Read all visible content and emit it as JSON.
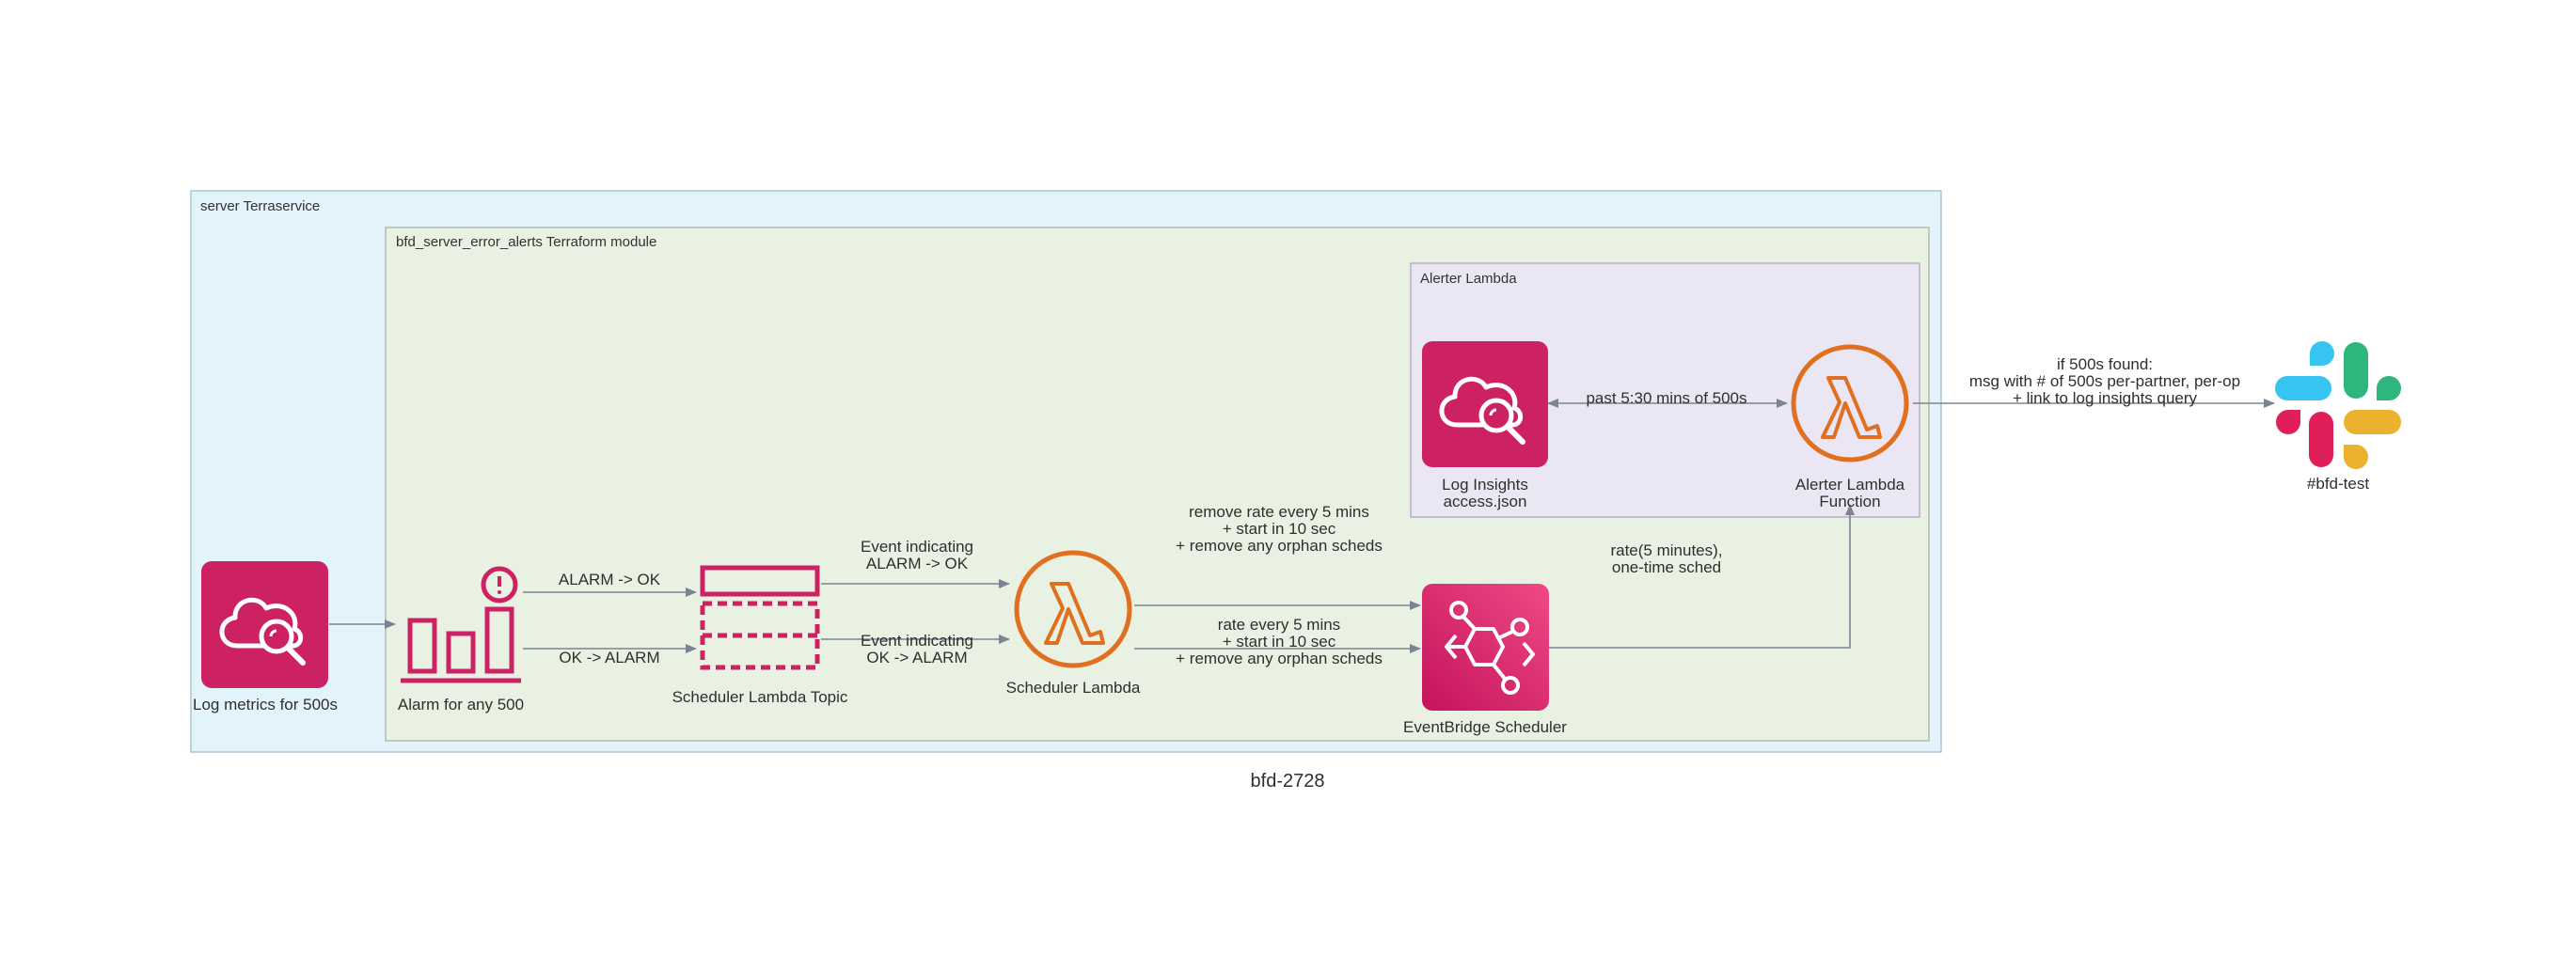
{
  "colors": {
    "outer_cluster_fill": "#e3f3fb",
    "outer_cluster_stroke": "#9fb8c8",
    "module_cluster_fill": "#e9f1e2",
    "module_cluster_stroke": "#a8aea2",
    "lambda_cluster_fill": "#ebe6f3",
    "lambda_cluster_stroke": "#aaa3b8",
    "cloudwatch_pink": "#cc2264",
    "lambda_orange": "#e06f1f",
    "eventbridge_pink": "#d71f66",
    "edge_gray": "#7b8494"
  },
  "clusters": {
    "server": "server Terraservice",
    "module": "bfd_server_error_alerts Terraform module",
    "alerter": "Alerter Lambda"
  },
  "nodes": {
    "log_metrics": {
      "label": "Log metrics for 500s",
      "icon": "cloudwatch-logs-insights-icon"
    },
    "alarm": {
      "label": "Alarm for any 500",
      "icon": "cloudwatch-alarm-icon"
    },
    "topic": {
      "label": "Scheduler Lambda Topic",
      "icon": "sns-topic-icon"
    },
    "scheduler_lambda": {
      "label": "Scheduler Lambda",
      "icon": "lambda-icon"
    },
    "eventbridge": {
      "label": "EventBridge Scheduler",
      "icon": "eventbridge-icon"
    },
    "log_insights": {
      "label_line1": "Log Insights",
      "label_line2": "access.json",
      "icon": "cloudwatch-logs-insights-icon"
    },
    "alerter_fn": {
      "label_line1": "Alerter Lambda",
      "label_line2": "Function",
      "icon": "lambda-icon"
    },
    "slack": {
      "label": "#bfd-test",
      "icon": "slack-icon"
    }
  },
  "edges": {
    "alarm_to_ok": "ALARM -> OK",
    "ok_to_alarm": "OK -> ALARM",
    "event_alarm_ok": [
      "Event indicating",
      "ALARM -> OK"
    ],
    "event_ok_alarm": [
      "Event indicating",
      "OK -> ALARM"
    ],
    "remove_rate": [
      "remove rate every 5 mins",
      "+ start in 10 sec",
      "+ remove any orphan scheds"
    ],
    "rate_every": [
      "rate every 5 mins",
      "+ start in 10 sec",
      "+ remove any orphan scheds"
    ],
    "rate_5min": [
      "rate(5 minutes),",
      "one-time sched"
    ],
    "past_530": "past 5:30 mins of 500s",
    "if_500s": [
      "if 500s found:",
      "msg with # of 500s per-partner, per-op",
      "+ link to log insights query"
    ]
  },
  "caption": "bfd-2728"
}
